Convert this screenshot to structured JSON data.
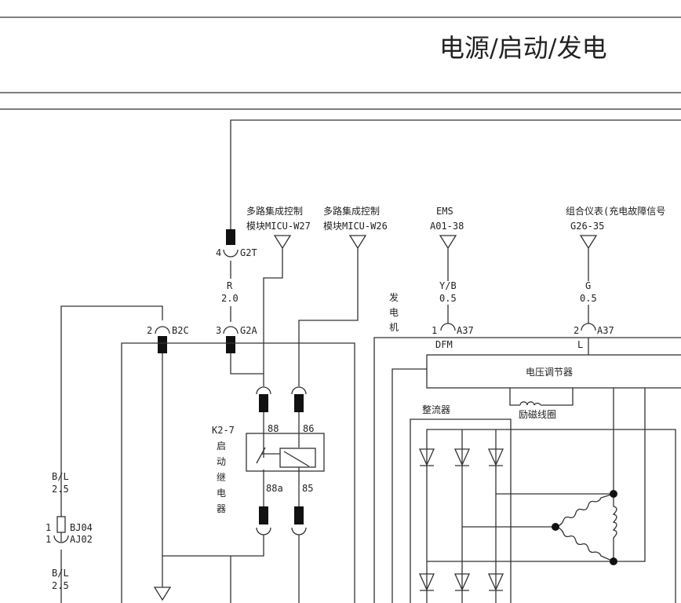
{
  "title": "电源/启动/发电",
  "labels": {
    "micu_w27_line1": "多路集成控制",
    "micu_w27_line2": "模块MICU-W27",
    "micu_w26_line1": "多路集成控制",
    "micu_w26_line2": "模块MICU-W26",
    "ems_line1": "EMS",
    "ems_line2": "A01-38",
    "cluster_line1": "组合仪表(充电故障信号",
    "cluster_line2": "G26-35",
    "g2t_pin": "4",
    "g2t": "G2T",
    "wire_r_color": "R",
    "wire_r_size": "2.0",
    "g2a_pin": "3",
    "g2a": "G2A",
    "b2c_pin": "2",
    "b2c": "B2C",
    "generator": [
      "发",
      "电",
      "机"
    ],
    "yb_color": "Y/B",
    "yb_size": "0.5",
    "g_color": "G",
    "g_size": "0.5",
    "a37_pin1": "1",
    "a37_1": "A37",
    "a37_pin2": "2",
    "a37_2": "A37",
    "dfm": "DFM",
    "l_terminal": "L",
    "voltage_regulator": "电压调节器",
    "field_coil": "励磁线圈",
    "rectifier": "整流器",
    "relay_id": "K2-7",
    "relay_name": [
      "启",
      "动",
      "继",
      "电",
      "器"
    ],
    "relay_88": "88",
    "relay_86": "86",
    "relay_88a": "88a",
    "relay_85": "85",
    "bl_color_1": "B/L",
    "bl_size_1": "2.5",
    "bj04_pin": "1",
    "bj04": "BJ04",
    "aj02_pin": "1",
    "aj02": "AJ02",
    "bl_color_2": "B/L",
    "bl_size_2": "2.5"
  }
}
